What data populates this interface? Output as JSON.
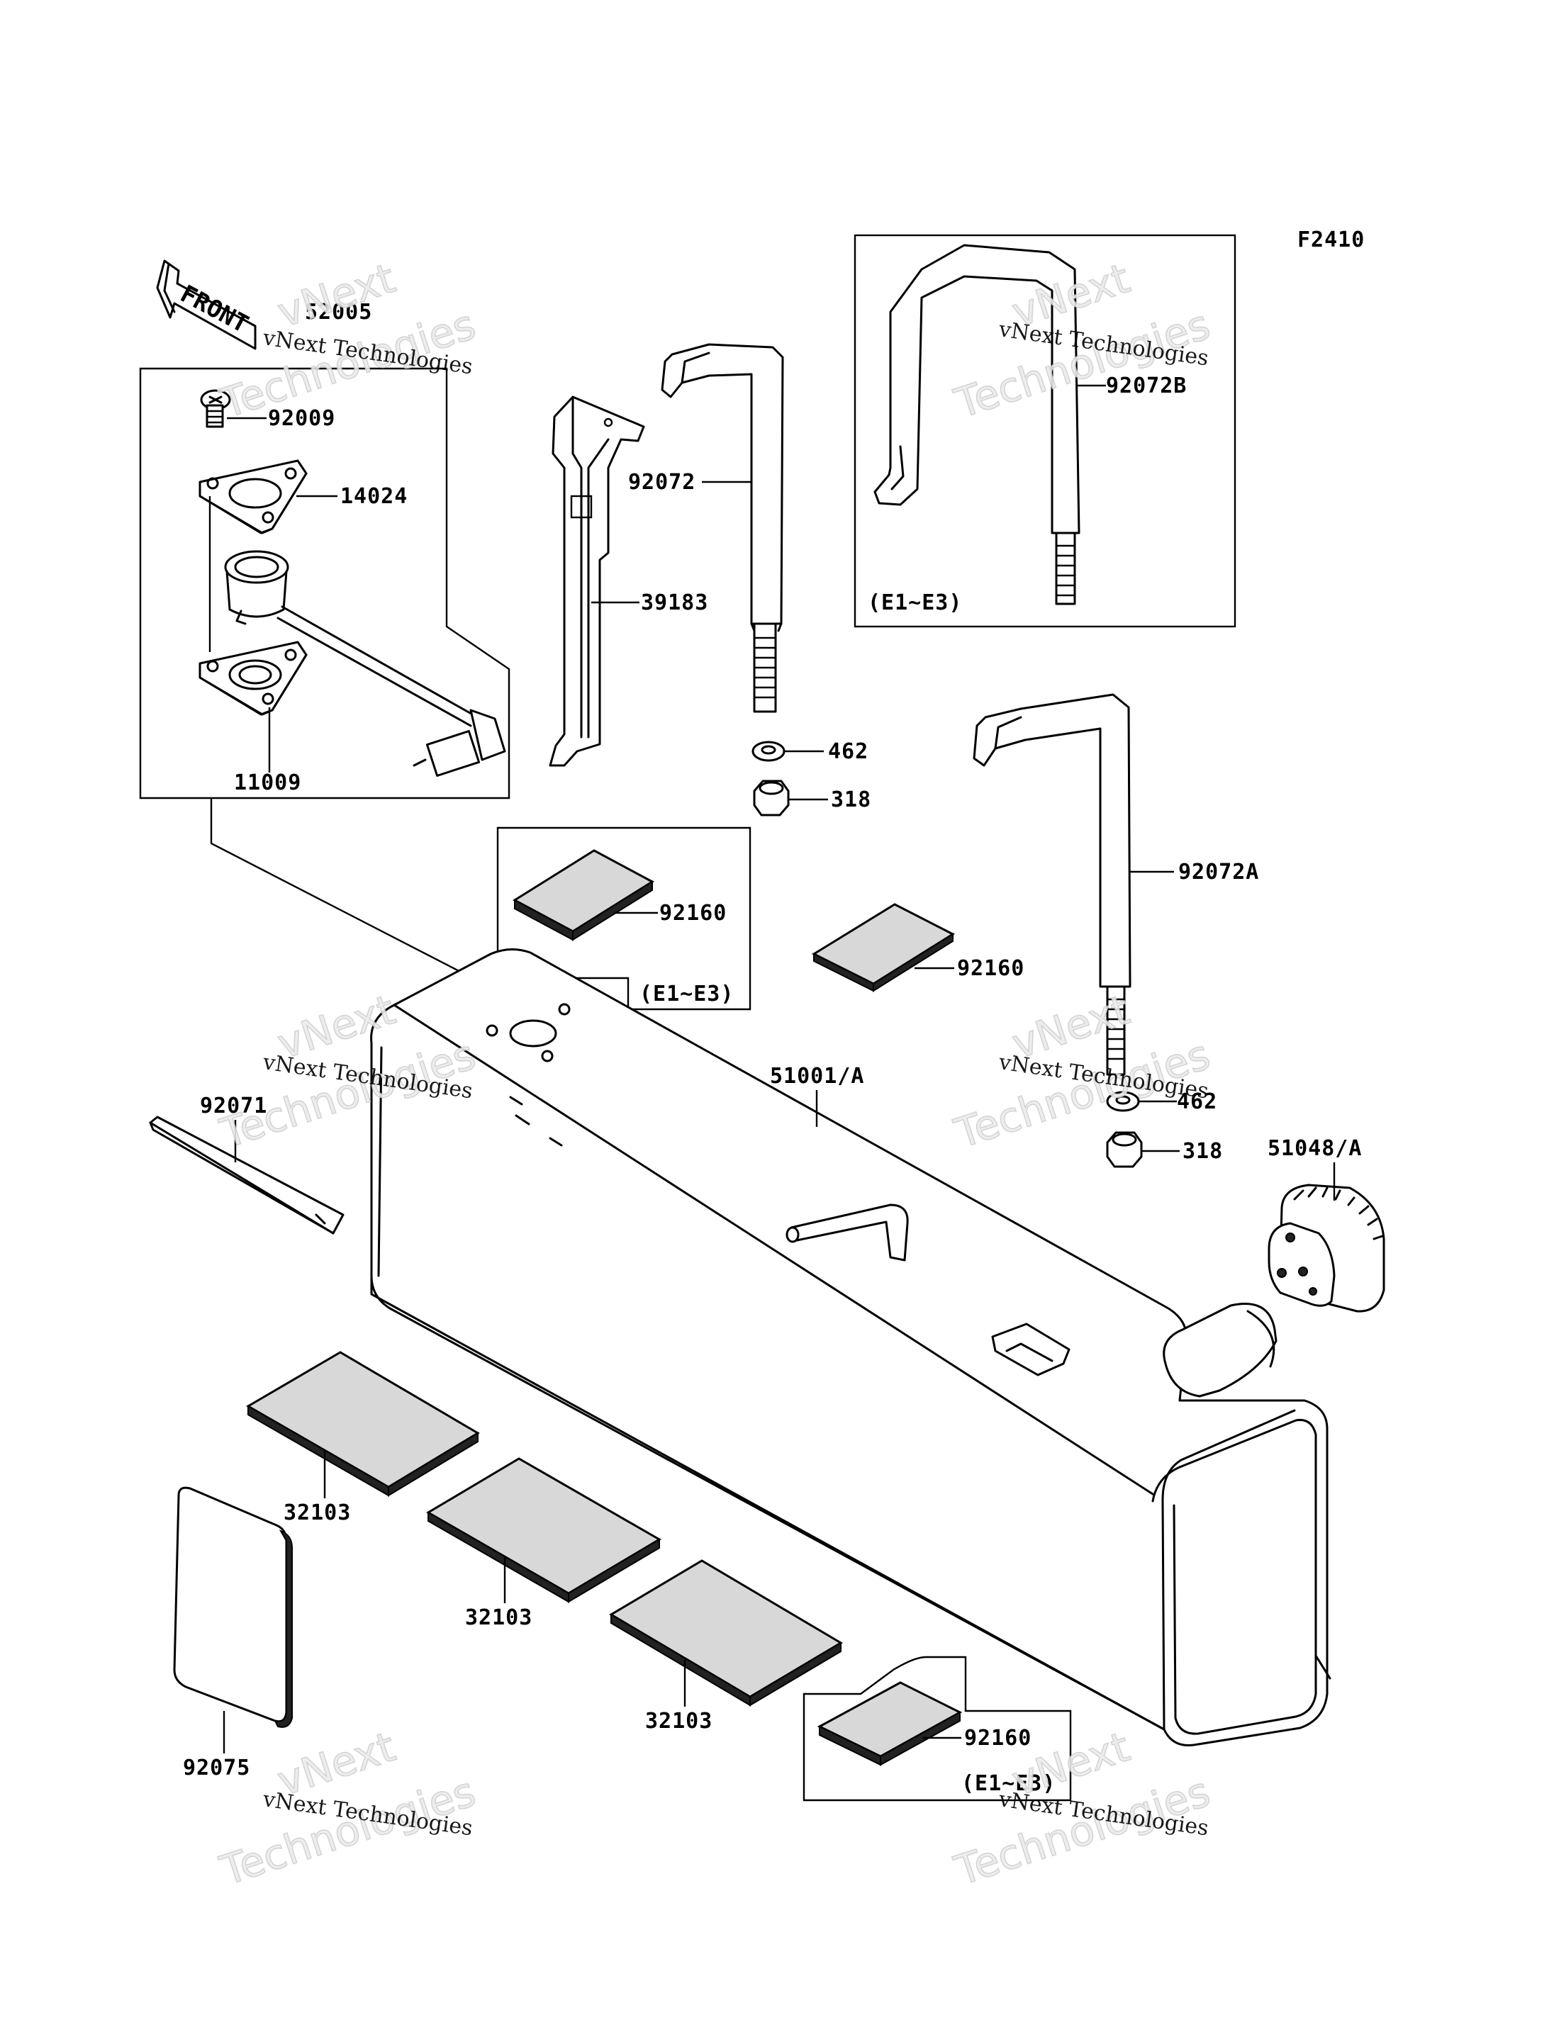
{
  "figure_code": "F2410",
  "front_label": "FRONT",
  "group_note": "(E1~E3)",
  "watermark": {
    "line1": "vNext Technologies",
    "line2": "vNext",
    "line3": "Technologies"
  },
  "parts": {
    "p52005": "52005",
    "p92009": "92009",
    "p14024": "14024",
    "p11009": "11009",
    "p39183": "39183",
    "p92072": "92072",
    "p92072B": "92072B",
    "p92072A": "92072A",
    "p462": "462",
    "p318": "318",
    "p92160": "92160",
    "p51001A": "51001/A",
    "p51048A": "51048/A",
    "p92071": "92071",
    "p32103": "32103",
    "p92075": "92075"
  }
}
